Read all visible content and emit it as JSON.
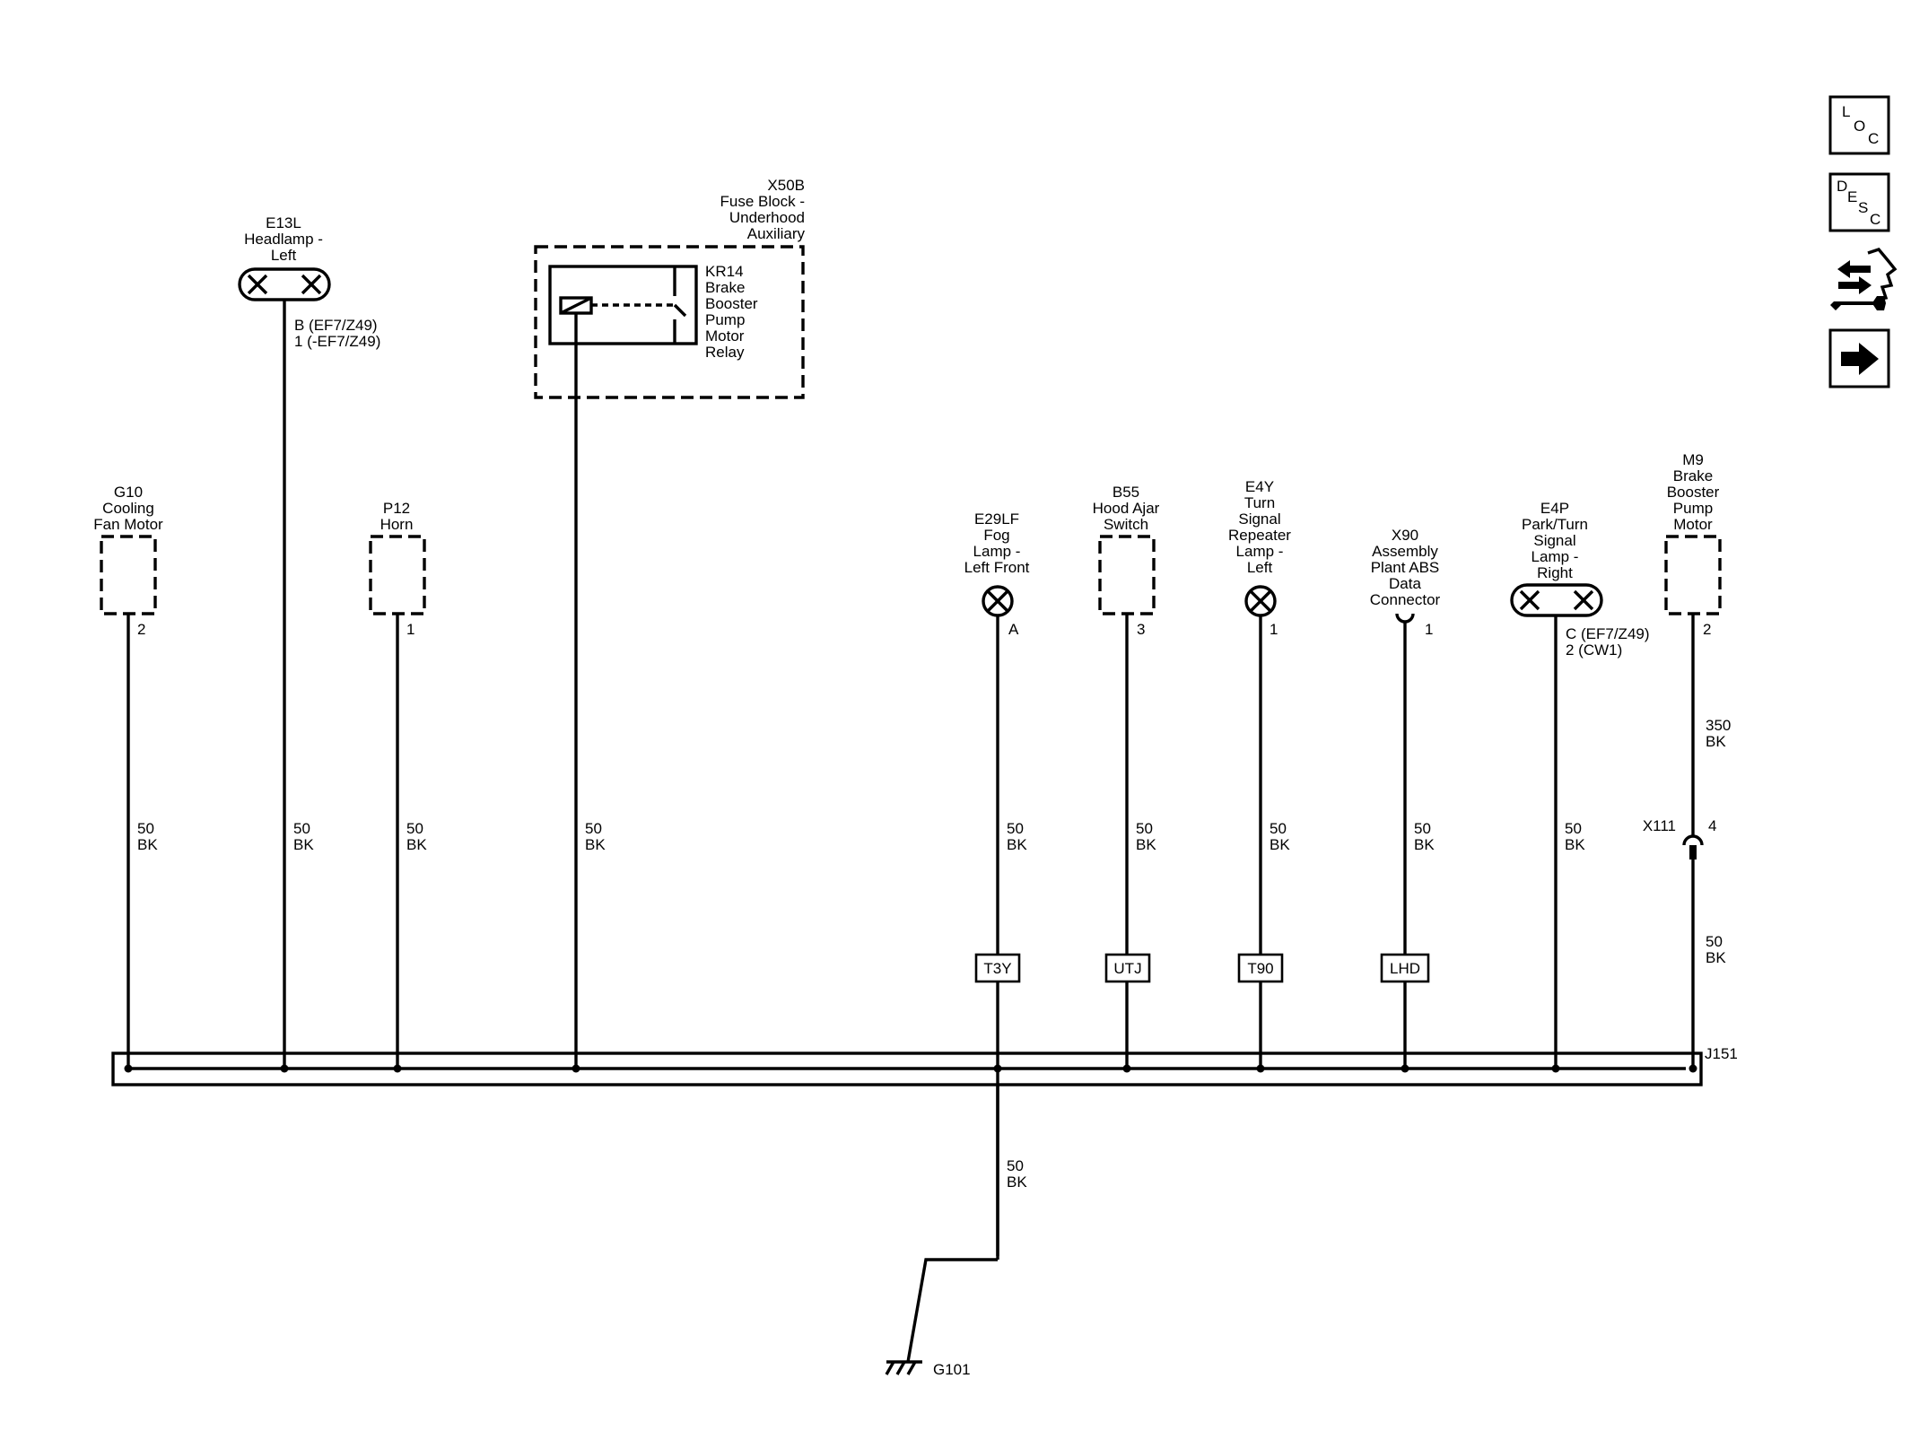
{
  "components": {
    "g10": {
      "ref": "G10",
      "lines": [
        "Cooling",
        "Fan Motor"
      ],
      "pin": "2",
      "wire_gauge": "50",
      "wire_color": "BK"
    },
    "e13l": {
      "ref": "E13L",
      "lines": [
        "Headlamp -",
        "Left"
      ],
      "pin_lines": [
        "B (EF7/Z49)",
        "1 (-EF7/Z49)"
      ],
      "wire_gauge": "50",
      "wire_color": "BK"
    },
    "p12": {
      "ref": "P12",
      "lines": [
        "Horn"
      ],
      "pin": "1",
      "wire_gauge": "50",
      "wire_color": "BK"
    },
    "x50b": {
      "ref": "X50B",
      "lines": [
        "Fuse Block -",
        "Underhood",
        "Auxiliary"
      ],
      "wire_gauge": "50",
      "wire_color": "BK"
    },
    "kr14": {
      "ref": "KR14",
      "lines": [
        "Brake",
        "Booster",
        "Pump",
        "Motor",
        "Relay"
      ]
    },
    "e29lf": {
      "ref": "E29LF",
      "lines": [
        "Fog",
        "Lamp -",
        "Left Front"
      ],
      "pin": "A",
      "wire_gauge": "50",
      "wire_color": "BK",
      "splice": "T3Y"
    },
    "b55": {
      "ref": "B55",
      "lines": [
        "Hood Ajar",
        "Switch"
      ],
      "pin": "3",
      "wire_gauge": "50",
      "wire_color": "BK",
      "splice": "UTJ"
    },
    "e4y": {
      "ref": "E4Y",
      "lines": [
        "Turn",
        "Signal",
        "Repeater",
        "Lamp -",
        "Left"
      ],
      "pin": "1",
      "wire_gauge": "50",
      "wire_color": "BK",
      "splice": "T90"
    },
    "x90": {
      "ref": "X90",
      "lines": [
        "Assembly",
        "Plant ABS",
        "Data",
        "Connector"
      ],
      "pin": "1",
      "wire_gauge": "50",
      "wire_color": "BK",
      "splice": "LHD"
    },
    "e4p": {
      "ref": "E4P",
      "lines": [
        "Park/Turn",
        "Signal",
        "Lamp -",
        "Right"
      ],
      "pin_lines": [
        "C (EF7/Z49)",
        "2 (CW1)"
      ],
      "wire_gauge": "50",
      "wire_color": "BK"
    },
    "m9": {
      "ref": "M9",
      "lines": [
        "Brake",
        "Booster",
        "Pump",
        "Motor"
      ],
      "pin": "2",
      "wire_gauge": "350",
      "wire_color": "BK",
      "lower_wire_gauge": "50",
      "lower_wire_color": "BK"
    }
  },
  "inline_connector": {
    "ref": "X111",
    "pin": "4"
  },
  "splice_pack": {
    "ref": "J151"
  },
  "ground": {
    "ref": "G101",
    "wire_gauge": "50",
    "wire_color": "BK"
  },
  "side_toolbar": {
    "loc": {
      "letters": [
        "L",
        "O",
        "C"
      ],
      "icon": "loc-icon"
    },
    "desc": {
      "letters": [
        "D",
        "E",
        "S",
        "C"
      ],
      "icon": "desc-icon"
    },
    "diagnostic": {
      "icon": "diagnostic-wrench-icon"
    },
    "next": {
      "icon": "arrow-right-icon"
    }
  }
}
